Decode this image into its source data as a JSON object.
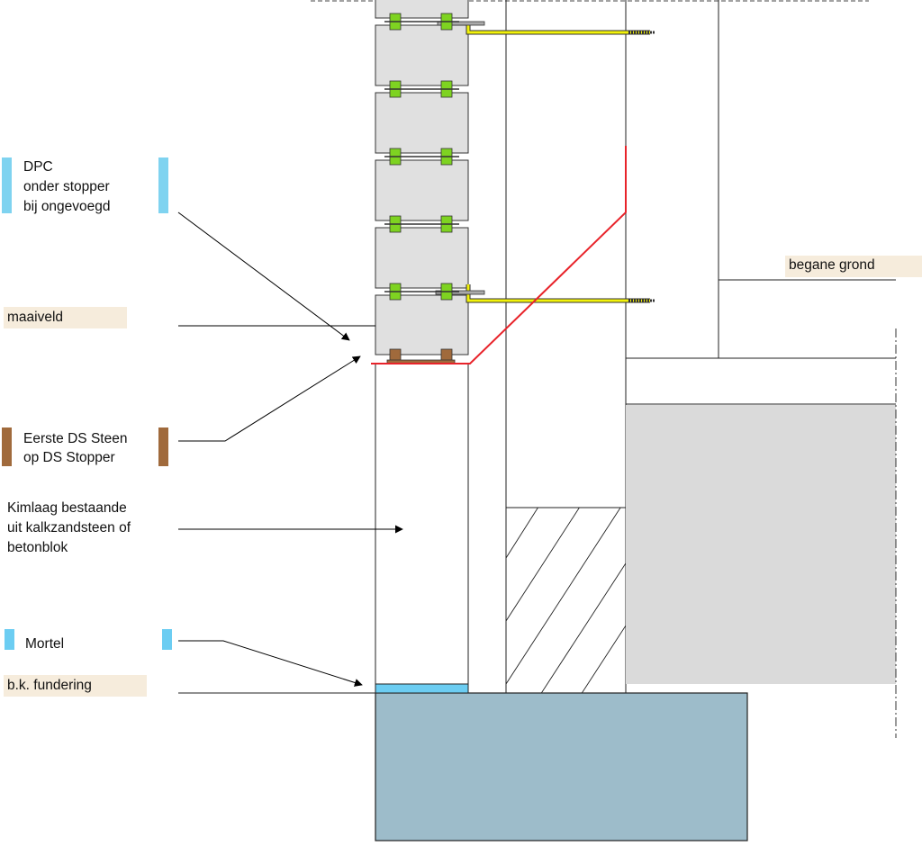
{
  "labels": {
    "dpc": {
      "line1": "DPC",
      "line2": "onder stopper",
      "line3": "bij ongevoegd"
    },
    "maaiveld": "maaiveld",
    "eerste": {
      "line1": "Eerste DS Steen",
      "line2": "op DS Stopper"
    },
    "kimlaag": {
      "line1": "Kimlaag bestaande",
      "line2": "uit kalkzandsteen of",
      "line3": "betonblok"
    },
    "mortel": "Mortel",
    "fundering": "b.k. fundering",
    "begane_grond": "begane grond"
  },
  "colors": {
    "dpc_marker": "#7fd3f0",
    "stopper": "#a06a3c",
    "mortel": "#6ccdf2",
    "label_bg": "#f6ecdc",
    "brick": "#e0e0e0",
    "clip": "#7ed321",
    "anchor": "#f2f20a",
    "dpc_line": "#e8232a",
    "foundation": "#9dbcca",
    "insulation": "#dadada"
  }
}
